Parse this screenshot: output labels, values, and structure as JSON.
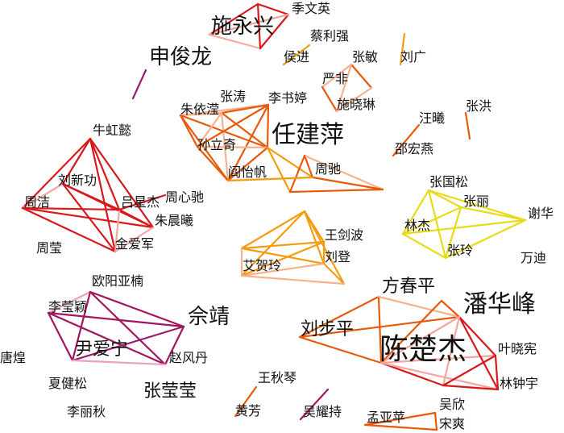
{
  "colors": {
    "red": "#d7191c",
    "pinkred": "#f4a6a0",
    "orange": "#e8590c",
    "lightorange": "#f8b18c",
    "amber": "#f39c12",
    "yellow": "#e6dc1a",
    "purple": "#a3155f",
    "pink": "#e8a3bf",
    "magenta": "#9b1b6e"
  },
  "nodes": [
    {
      "id": "shiyongxing",
      "label": "施永兴",
      "tier": "l"
    },
    {
      "id": "jiwenying",
      "label": "季文英",
      "tier": "s"
    },
    {
      "id": "shenjunlong",
      "label": "申俊龙",
      "tier": "l"
    },
    {
      "id": "cailiqiang",
      "label": "蔡利强",
      "tier": "s"
    },
    {
      "id": "houjin",
      "label": "侯进",
      "tier": "s"
    },
    {
      "id": "zhangmin",
      "label": "张敏",
      "tier": "s"
    },
    {
      "id": "liuguang",
      "label": "刘广",
      "tier": "s"
    },
    {
      "id": "yanfei",
      "label": "严非",
      "tier": "s"
    },
    {
      "id": "shixiaolin",
      "label": "施晓琳",
      "tier": "s"
    },
    {
      "id": "zhangtao",
      "label": "张涛",
      "tier": "s"
    },
    {
      "id": "lishuting",
      "label": "李书婷",
      "tier": "s"
    },
    {
      "id": "zhuyiying",
      "label": "朱依滢",
      "tier": "s"
    },
    {
      "id": "sunliqi",
      "label": "孙立奇",
      "tier": "s"
    },
    {
      "id": "renjianping",
      "label": "任建萍",
      "tier": "xl"
    },
    {
      "id": "yanyifan",
      "label": "阎怡帆",
      "tier": "s"
    },
    {
      "id": "zhouchi",
      "label": "周驰",
      "tier": "s"
    },
    {
      "id": "wangxi",
      "label": "汪曦",
      "tier": "s"
    },
    {
      "id": "zhanghong",
      "label": "张洪",
      "tier": "s"
    },
    {
      "id": "shaohongyan",
      "label": "邵宏燕",
      "tier": "s"
    },
    {
      "id": "niuhongyi",
      "label": "牛虹懿",
      "tier": "s"
    },
    {
      "id": "liuxingong",
      "label": "刘新功",
      "tier": "s"
    },
    {
      "id": "zhoujie",
      "label": "周洁",
      "tier": "s"
    },
    {
      "id": "lvxingjie",
      "label": "吕星杰",
      "tier": "s"
    },
    {
      "id": "zhouxinchi",
      "label": "周心驰",
      "tier": "s"
    },
    {
      "id": "zhuchenxi",
      "label": "朱晨曦",
      "tier": "s"
    },
    {
      "id": "jinaijun",
      "label": "金爱军",
      "tier": "s"
    },
    {
      "id": "zhouying",
      "label": "周莹",
      "tier": "s"
    },
    {
      "id": "zhangguosong",
      "label": "张国松",
      "tier": "s"
    },
    {
      "id": "zhangli",
      "label": "张丽",
      "tier": "s"
    },
    {
      "id": "linjie",
      "label": "林杰",
      "tier": "s"
    },
    {
      "id": "xiehua",
      "label": "谢华",
      "tier": "s"
    },
    {
      "id": "zhangling",
      "label": "张玲",
      "tier": "s"
    },
    {
      "id": "wandi",
      "label": "万迪",
      "tier": "s"
    },
    {
      "id": "wangjianbo",
      "label": "王剑波",
      "tier": "s"
    },
    {
      "id": "liudeng",
      "label": "刘登",
      "tier": "s"
    },
    {
      "id": "aihelin",
      "label": "艾贺玲",
      "tier": "s"
    },
    {
      "id": "ouyangyanan",
      "label": "欧阳亚楠",
      "tier": "s"
    },
    {
      "id": "liyingying",
      "label": "李莹颖",
      "tier": "s"
    },
    {
      "id": "shejing",
      "label": "佘靖",
      "tier": "l"
    },
    {
      "id": "yinaining",
      "label": "尹爱宁",
      "tier": "m"
    },
    {
      "id": "zhaofengdan",
      "label": "赵风丹",
      "tier": "s"
    },
    {
      "id": "tanghuang",
      "label": "唐煌",
      "tier": "s"
    },
    {
      "id": "xiajiansong",
      "label": "夏健松",
      "tier": "s"
    },
    {
      "id": "liliqiu",
      "label": "李丽秋",
      "tier": "s"
    },
    {
      "id": "zhangyingying",
      "label": "张莹莹",
      "tier": "m"
    },
    {
      "id": "fangchunping",
      "label": "方春平",
      "tier": "m"
    },
    {
      "id": "panhuafeng",
      "label": "潘华峰",
      "tier": "xl"
    },
    {
      "id": "liubuping",
      "label": "刘步平",
      "tier": "m"
    },
    {
      "id": "chenchujie",
      "label": "陈楚杰",
      "tier": "xxl"
    },
    {
      "id": "yexiaoxian",
      "label": "叶晓宪",
      "tier": "s"
    },
    {
      "id": "linzhongyu",
      "label": "林钟宇",
      "tier": "s"
    },
    {
      "id": "wangqiuqin",
      "label": "王秋琴",
      "tier": "s"
    },
    {
      "id": "huangfang",
      "label": "黄芳",
      "tier": "s"
    },
    {
      "id": "wuyaochi",
      "label": "吴耀持",
      "tier": "s"
    },
    {
      "id": "mengyaping",
      "label": "孟亚苹",
      "tier": "s"
    },
    {
      "id": "wuxin",
      "label": "吴欣",
      "tier": "s"
    },
    {
      "id": "songshuang",
      "label": "宋爽",
      "tier": "s"
    }
  ],
  "edges": [
    [
      "shiyongxing",
      "v_sy1",
      "red"
    ],
    [
      "v_sy1",
      "jiwenying",
      "red"
    ],
    [
      "jiwenying",
      "v_sy2",
      "red"
    ],
    [
      "v_sy2",
      "shiyongxing",
      "pinkred"
    ],
    [
      "shiyongxing",
      "jiwenying",
      "pinkred"
    ],
    [
      "v_sy1",
      "v_sy2",
      "red"
    ],
    [
      "v_sl1",
      "v_sl2",
      "magenta"
    ],
    [
      "houjin",
      "cailiqiang",
      "amber"
    ],
    [
      "yanfei",
      "zhangmin",
      "lightorange"
    ],
    [
      "zhangmin",
      "v_zm",
      "orange"
    ],
    [
      "v_zm",
      "shixiaolin",
      "lightorange"
    ],
    [
      "yanfei",
      "shixiaolin",
      "orange"
    ],
    [
      "zhangmin",
      "shixiaolin",
      "lightorange"
    ],
    [
      "v_lg1",
      "v_lg2",
      "amber"
    ],
    [
      "shaohongyan",
      "wangxi",
      "orange"
    ],
    [
      "v_zh1",
      "v_zh2",
      "orange"
    ],
    [
      "zhuyiying",
      "zhangtao",
      "lightorange"
    ],
    [
      "zhuyiying",
      "lishuting",
      "lightorange"
    ],
    [
      "zhuyiying",
      "sunliqi",
      "orange"
    ],
    [
      "zhuyiying",
      "renjianping",
      "orange"
    ],
    [
      "zhuyiying",
      "yanyifan",
      "orange"
    ],
    [
      "zhangtao",
      "lishuting",
      "orange"
    ],
    [
      "zhangtao",
      "sunliqi",
      "lightorange"
    ],
    [
      "zhangtao",
      "renjianping",
      "orange"
    ],
    [
      "zhangtao",
      "yanyifan",
      "lightorange"
    ],
    [
      "lishuting",
      "sunliqi",
      "orange"
    ],
    [
      "lishuting",
      "renjianping",
      "orange"
    ],
    [
      "lishuting",
      "yanyifan",
      "orange"
    ],
    [
      "sunliqi",
      "renjianping",
      "lightorange"
    ],
    [
      "sunliqi",
      "yanyifan",
      "orange"
    ],
    [
      "renjianping",
      "yanyifan",
      "orange"
    ],
    [
      "renjianping",
      "v_zc3",
      "amber"
    ],
    [
      "renjianping",
      "zhouchi",
      "amber"
    ],
    [
      "v_zc1",
      "zhouchi",
      "orange"
    ],
    [
      "v_zc1",
      "v_zc2",
      "lightorange"
    ],
    [
      "zhouchi",
      "v_zc2",
      "orange"
    ],
    [
      "v_zc3",
      "v_zc2",
      "orange"
    ],
    [
      "v_zc1",
      "v_zc3",
      "orange"
    ],
    [
      "yanyifan",
      "zhouchi",
      "amber"
    ],
    [
      "v_ah1",
      "wangjianbo",
      "amber"
    ],
    [
      "v_ah1",
      "liudeng",
      "amber"
    ],
    [
      "v_ah1",
      "aihelin",
      "amber"
    ],
    [
      "v_ah1",
      "v_ah2",
      "amber"
    ],
    [
      "v_ah1",
      "v_ah3",
      "amber"
    ],
    [
      "aihelin",
      "wangjianbo",
      "amber"
    ],
    [
      "aihelin",
      "liudeng",
      "amber"
    ],
    [
      "v_ah2",
      "liudeng",
      "lightorange"
    ],
    [
      "v_ah2",
      "wangjianbo",
      "amber"
    ],
    [
      "wangjianbo",
      "liudeng",
      "amber"
    ],
    [
      "liudeng",
      "v_ah3",
      "amber"
    ],
    [
      "v_ah2",
      "v_ah3",
      "lightorange"
    ],
    [
      "aihelin",
      "v_ah2",
      "lightorange"
    ],
    [
      "niuhongyi",
      "liuxingong",
      "red"
    ],
    [
      "niuhongyi",
      "zhoujie",
      "red"
    ],
    [
      "niuhongyi",
      "lvxingjie",
      "red"
    ],
    [
      "niuhongyi",
      "zhuchenxi",
      "red"
    ],
    [
      "niuhongyi",
      "jinaijun",
      "red"
    ],
    [
      "liuxingong",
      "zhoujie",
      "pinkred"
    ],
    [
      "liuxingong",
      "lvxingjie",
      "red"
    ],
    [
      "liuxingong",
      "zhuchenxi",
      "red"
    ],
    [
      "liuxingong",
      "jinaijun",
      "red"
    ],
    [
      "zhoujie",
      "lvxingjie",
      "red"
    ],
    [
      "zhoujie",
      "zhuchenxi",
      "red"
    ],
    [
      "zhoujie",
      "jinaijun",
      "red"
    ],
    [
      "lvxingjie",
      "zhuchenxi",
      "red"
    ],
    [
      "lvxingjie",
      "jinaijun",
      "pinkred"
    ],
    [
      "zhuchenxi",
      "jinaijun",
      "pinkred"
    ],
    [
      "lvxingjie",
      "zhouxinchi",
      "red"
    ],
    [
      "ouyangyanan",
      "liyingying",
      "pink"
    ],
    [
      "ouyangyanan",
      "shejing",
      "purple"
    ],
    [
      "ouyangyanan",
      "yinaining",
      "purple"
    ],
    [
      "ouyangyanan",
      "zhaofengdan",
      "purple"
    ],
    [
      "liyingying",
      "shejing",
      "purple"
    ],
    [
      "liyingying",
      "yinaining",
      "purple"
    ],
    [
      "liyingying",
      "zhaofengdan",
      "purple"
    ],
    [
      "shejing",
      "yinaining",
      "magenta"
    ],
    [
      "shejing",
      "zhaofengdan",
      "purple"
    ],
    [
      "yinaining",
      "zhaofengdan",
      "pink"
    ],
    [
      "zhangguosong",
      "zhangli",
      "yellow"
    ],
    [
      "zhangguosong",
      "linjie",
      "yellow"
    ],
    [
      "zhangguosong",
      "xiehua",
      "yellow"
    ],
    [
      "zhangguosong",
      "zhangling",
      "yellow"
    ],
    [
      "zhangli",
      "linjie",
      "yellow"
    ],
    [
      "zhangli",
      "zhangling",
      "yellow"
    ],
    [
      "linjie",
      "xiehua",
      "yellow"
    ],
    [
      "linjie",
      "zhangling",
      "yellow"
    ],
    [
      "zhangling",
      "xiehua",
      "yellow"
    ],
    [
      "zhangli",
      "xiehua",
      "yellow"
    ],
    [
      "liubuping",
      "fangchunping",
      "orange"
    ],
    [
      "liubuping",
      "chenchujie",
      "orange"
    ],
    [
      "liubuping",
      "panhuafeng",
      "orange"
    ],
    [
      "fangchunping",
      "chenchujie",
      "orange"
    ],
    [
      "fangchunping",
      "panhuafeng",
      "lightorange"
    ],
    [
      "v_cc1",
      "panhuafeng",
      "orange"
    ],
    [
      "v_cc1",
      "chenchujie",
      "orange"
    ],
    [
      "chenchujie",
      "panhuafeng",
      "pinkred"
    ],
    [
      "chenchujie",
      "yexiaoxian",
      "pinkred"
    ],
    [
      "chenchujie",
      "v_cc2",
      "red"
    ],
    [
      "chenchujie",
      "linzhongyu",
      "pinkred"
    ],
    [
      "panhuafeng",
      "yexiaoxian",
      "red"
    ],
    [
      "panhuafeng",
      "linzhongyu",
      "red"
    ],
    [
      "panhuafeng",
      "v_cc2",
      "pinkred"
    ],
    [
      "yexiaoxian",
      "linzhongyu",
      "red"
    ],
    [
      "yexiaoxian",
      "v_cc2",
      "red"
    ],
    [
      "v_cc2",
      "linzhongyu",
      "red"
    ],
    [
      "huangfang",
      "wangqiuqin",
      "orange"
    ],
    [
      "v_wy1",
      "v_wy2",
      "purple"
    ],
    [
      "mengyaping",
      "wuxin",
      "orange"
    ],
    [
      "mengyaping",
      "songshuang",
      "orange"
    ],
    [
      "wuxin",
      "songshuang",
      "orange"
    ]
  ]
}
